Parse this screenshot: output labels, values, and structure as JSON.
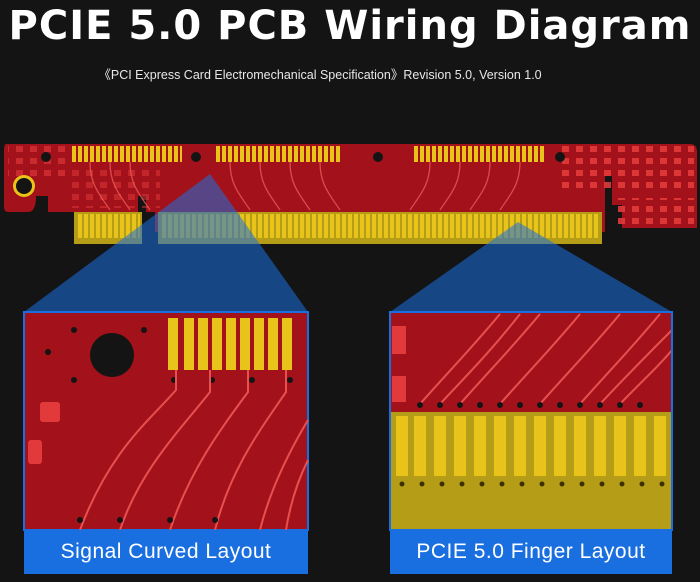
{
  "title": "PCIE 5.0 PCB Wiring Diagram",
  "subtitle": "《PCI Express Card  Electromechanical Specification》Revision 5.0, Version 1.0",
  "panels": {
    "left_caption": "Signal Curved Layout",
    "right_caption": "PCIE 5.0 Finger Layout"
  },
  "colors": {
    "background": "#141414",
    "pcb_red": "#a3121a",
    "gold": "#e8c31a",
    "gold_dark": "#b69d18",
    "highlight_blue": "#1a6fe0"
  }
}
